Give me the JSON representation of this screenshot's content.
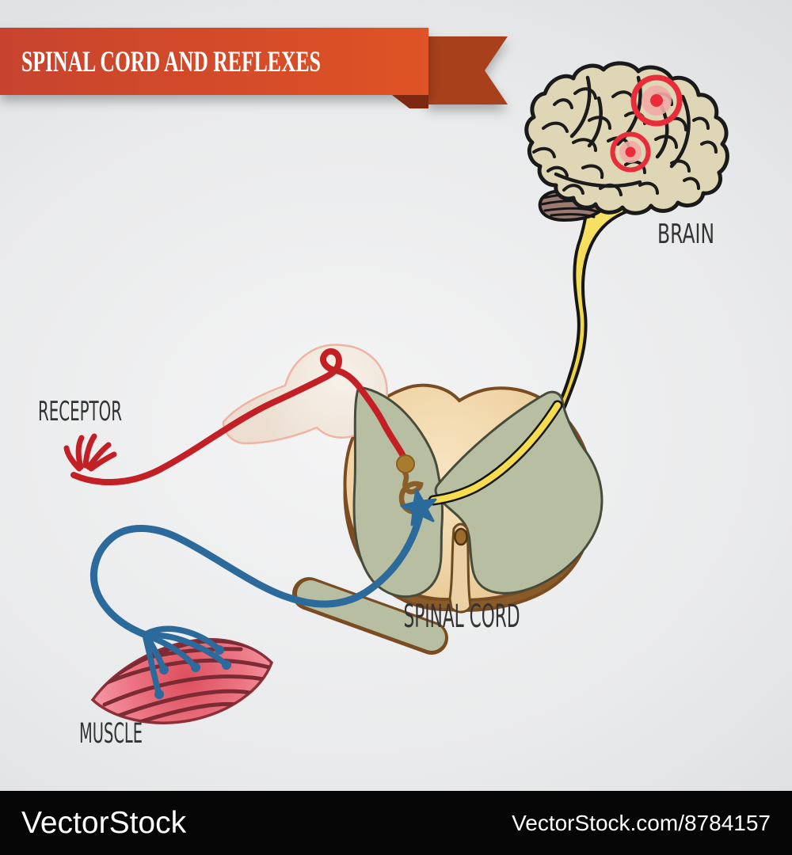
{
  "title": {
    "text": "SPINAL CORD AND REFLEXES"
  },
  "labels": {
    "brain": "BRAIN",
    "receptor": "RECEPTOR",
    "spinal_cord": "SPINAL CORD",
    "muscle": "MUSCLE"
  },
  "watermark": {
    "logo": "VectorStock",
    "credit": "VectorStock.com/8784157"
  },
  "colors": {
    "background_gray": "#e9eaeb",
    "ribbon_main": "#d94f28",
    "ribbon_left": "#c7432e",
    "ribbon_flag_dark": "#a8401f",
    "ribbon_fold": "#7d2912",
    "title_text": "#ffffff",
    "brain_fill": "#ded6b4",
    "brain_outline": "#1a1a1a",
    "cerebellum_fill": "#9b7a72",
    "brainstem_yellow": "#f6dc4e",
    "pain_target_red": "#e92c3a",
    "pain_target_pink": "#f2aba4",
    "cord_fill": "#f0d5a8",
    "cord_rim_brown": "#8a5a28",
    "cord_outline": "#7a4c22",
    "gray_matter_green": "#b7bea1",
    "gray_matter_outline": "#474b3b",
    "ganglion_fill": "#f4ede3",
    "ganglion_outline": "#efb4a3",
    "sensory_nerve_red": "#c32026",
    "interneuron_brown": "#8a5e28",
    "soma_brown": "#a87c2e",
    "motor_nerve_blue": "#2b6a9b",
    "muscle_pink": "#ee7986",
    "muscle_stripe": "#7c2a33",
    "label_text": "#333333",
    "watermark_bg": "#050505",
    "watermark_text": "#ffffff"
  }
}
